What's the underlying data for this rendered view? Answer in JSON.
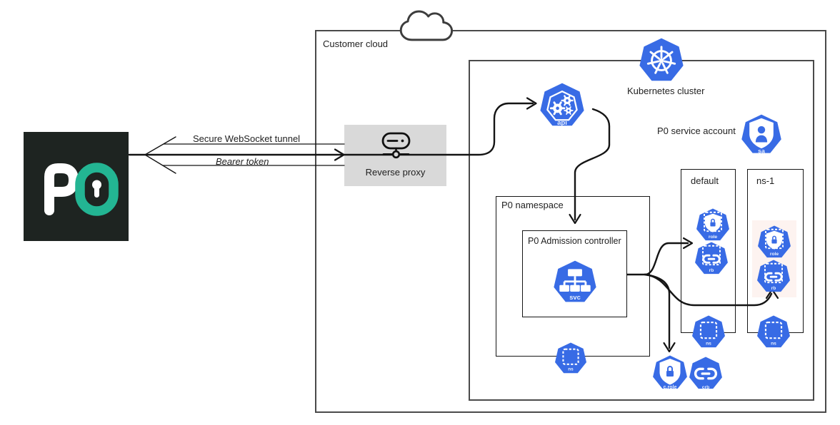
{
  "p0_logo": {
    "alt": "P0"
  },
  "tunnel": {
    "top_label": "Secure WebSocket tunnel",
    "bottom_label": "Bearer token"
  },
  "reverse_proxy": {
    "label": "Reverse proxy"
  },
  "customer_cloud": {
    "label": "Customer cloud"
  },
  "kubernetes_cluster": {
    "label": "Kubernetes cluster"
  },
  "service_account": {
    "label": "P0 service account",
    "icon_label": "sa"
  },
  "api_server": {
    "icon_label": "api"
  },
  "p0_namespace": {
    "label": "P0 namespace",
    "ns_icon_label": "ns"
  },
  "admission_controller": {
    "label": "P0 Admission controller",
    "icon_label": "svc"
  },
  "namespace_default": {
    "label": "default",
    "role_icon_label": "role",
    "rb_icon_label": "rb",
    "ns_icon_label": "ns"
  },
  "namespace_ns1": {
    "label": "ns-1",
    "role_icon_label": "role",
    "rb_icon_label": "rb",
    "ns_icon_label": "ns"
  },
  "cluster_scoped": {
    "cluster_role_icon_label": "c.role",
    "crb_icon_label": "crb"
  },
  "colors": {
    "kubernetes_blue": "#386BE5",
    "p0_teal": "#23B593",
    "p0_dark": "#1E2421",
    "proxy_gray": "#D9D9D9",
    "outer_border_gray": "#4A4A4A",
    "line_black": "#141414"
  }
}
